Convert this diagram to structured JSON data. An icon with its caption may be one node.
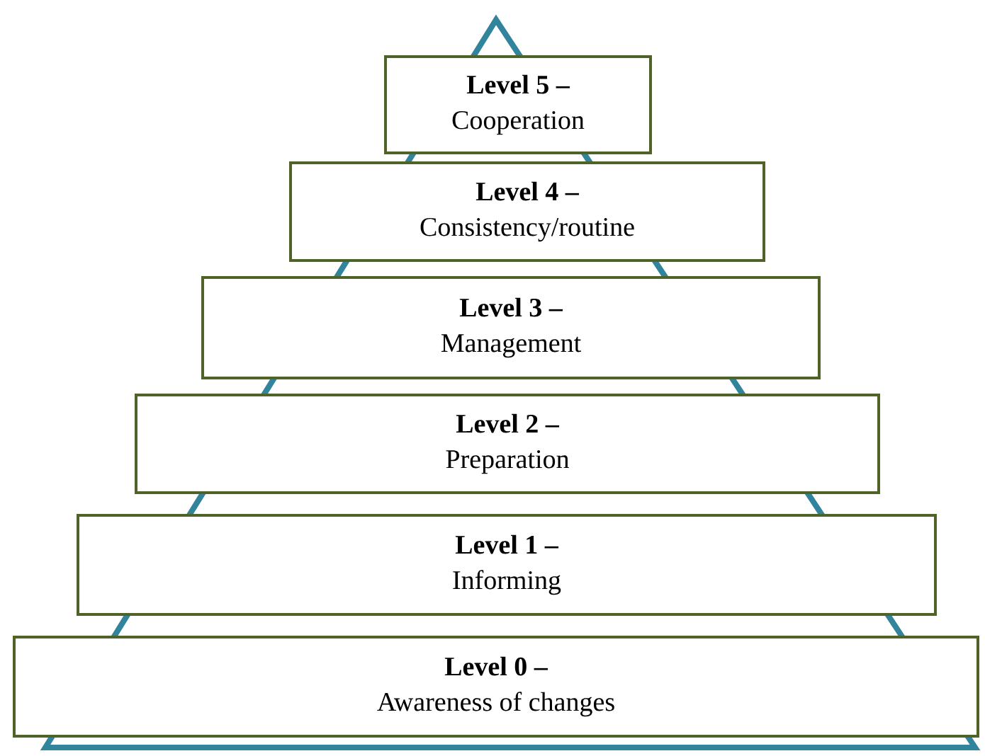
{
  "diagram": {
    "nodes": [
      {
        "text": [
          "Level 5 –",
          "Cooperation"
        ]
      },
      {
        "text": [
          "Level 4 –",
          "Consistency/routine"
        ]
      },
      {
        "text": [
          "Level 3 –",
          "Management"
        ]
      },
      {
        "text": [
          "Level 2 –",
          "Preparation"
        ]
      },
      {
        "text": [
          "Level 1 –",
          "Informing"
        ]
      },
      {
        "text": [
          "Level 0 –",
          "Awareness of changes"
        ]
      }
    ]
  }
}
